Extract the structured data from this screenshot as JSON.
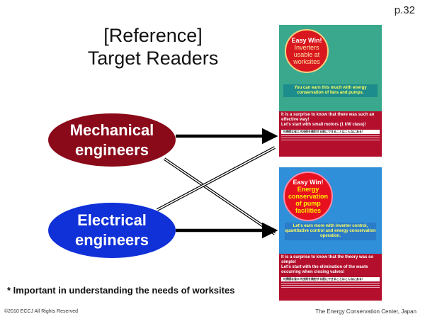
{
  "page_number": "p.32",
  "title": {
    "line1": "[Reference]",
    "line2": "Target Readers"
  },
  "audiences": [
    {
      "line1": "Mechanical",
      "line2": "engineers",
      "color": "#8a0a1a"
    },
    {
      "line1": "Electrical",
      "line2": "engineers",
      "color": "#1030d8"
    }
  ],
  "documents": [
    {
      "badge_lead": "Easy Win!",
      "badge_lines": [
        "Inverters",
        "usable at",
        "worksites"
      ],
      "subtitle": "You can earn this much with energy conservation of fans and pumps.",
      "banner_line1": "It is a surprise to know that there was such an effective way!",
      "banner_line2": "Let's start with small motors (1 kW class)!",
      "jp_text": "大規模な省エネ技術を検討する前にできることはこんなにある！",
      "background": "#3aa88c"
    },
    {
      "badge_lead": "Easy Win!",
      "badge_lines": [
        "Energy",
        "conservation",
        "of pump",
        "facilities"
      ],
      "subtitle": "Let's earn more with inverter control, quantitative control and energy conservation operation.",
      "banner_line1": "It is a surprise to know that the theory was so simple!",
      "banner_line2": "Let's start with the elimination of the waste occurring when closing valves!",
      "jp_text": "大規模な省エネ技術を検討する前にできることはこんなにある！",
      "background": "#2f8fd8"
    }
  ],
  "note": "* Important in understanding the needs of worksites",
  "footer_left": "©2010 ECCJ All Rights Reserved",
  "footer_right": "The Energy Conservation Center, Japan"
}
